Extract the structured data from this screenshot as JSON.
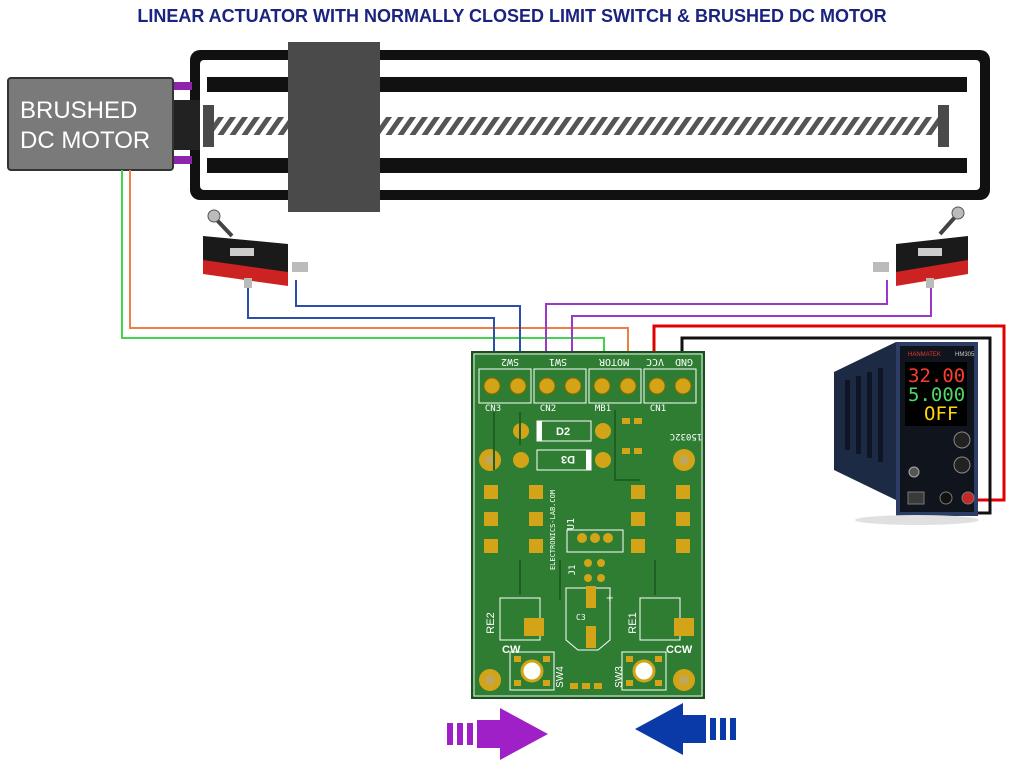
{
  "title": "LINEAR ACTUATOR WITH NORMALLY CLOSED LIMIT SWITCH & BRUSHED DC MOTOR",
  "motor": {
    "line1": "BRUSHED",
    "line2": "DC MOTOR"
  },
  "pcb": {
    "connectors": [
      "CN3",
      "CN2",
      "MB1",
      "CN1"
    ],
    "header_labels": [
      "SW2",
      "SW1",
      "MOTOR",
      "VCC",
      "GND"
    ],
    "diode_d2": "D2",
    "diode_d3": "D3",
    "part_code": "15032C",
    "website": "ELECTRONICS-LAB.COM",
    "u1": "U1",
    "j1": "J1",
    "c3": "C3",
    "re2": "RE2",
    "re1": "RE1",
    "cw": "CW",
    "ccw": "CCW",
    "sw4": "SW4",
    "sw3": "SW3"
  },
  "psu": {
    "brand": "HANMATEK",
    "model": "HM305",
    "voltage": "32.00",
    "current": "5.000",
    "status": "OFF"
  },
  "colors": {
    "title": "#1a237e",
    "pcb": "#2e7d32",
    "wire_blue": "#2d4fa8",
    "wire_purple": "#9a39c9",
    "wire_orange": "#f07f45",
    "wire_green": "#44d44a",
    "wire_red": "#e00000",
    "wire_black": "#111111",
    "arrow_cw": "#a020c8",
    "arrow_ccw": "#0a3aa8"
  }
}
